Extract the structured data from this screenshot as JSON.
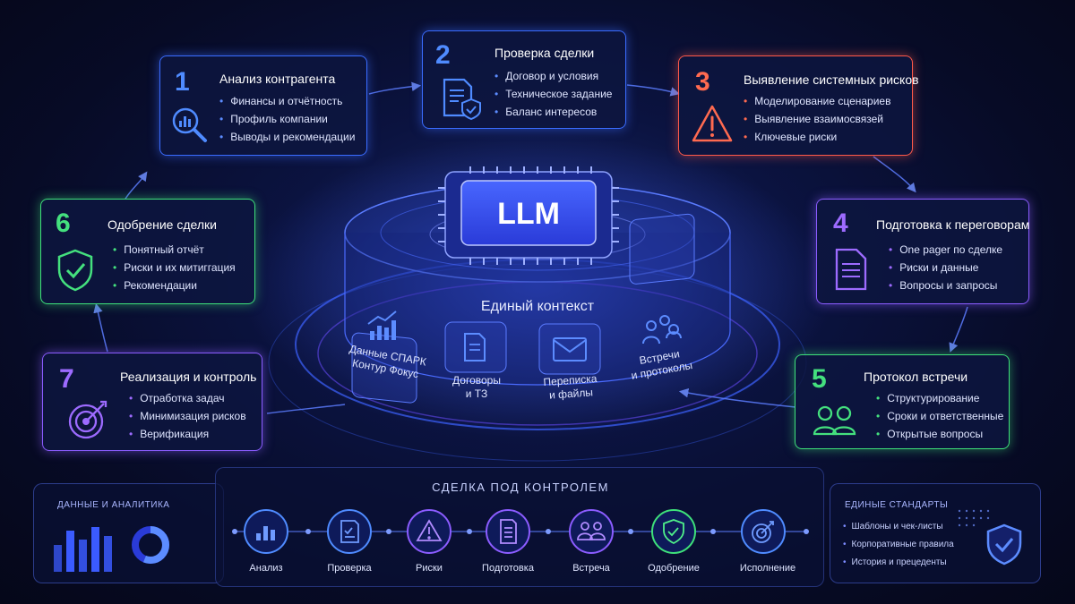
{
  "llm_label": "LLM",
  "context": {
    "title": "Единый контекст",
    "sources": [
      {
        "line1": "Данные СПАРК",
        "line2": "Контур Фокус"
      },
      {
        "line1": "Договоры",
        "line2": "и ТЗ"
      },
      {
        "line1": "Переписка",
        "line2": "и файлы"
      },
      {
        "line1": "Встречи",
        "line2": "и протоколы"
      }
    ]
  },
  "stages": [
    {
      "num": "1",
      "title": "Анализ контрагента",
      "items": [
        "Финансы и отчётность",
        "Профиль компании",
        "Выводы и рекомендации"
      ],
      "icon": "magnifier-chart-icon",
      "color": "#4f8bff"
    },
    {
      "num": "2",
      "title": "Проверка сделки",
      "items": [
        "Договор и условия",
        "Техническое задание",
        "Баланс интересов"
      ],
      "icon": "document-shield-icon",
      "color": "#4f8bff"
    },
    {
      "num": "3",
      "title": "Выявление системных рисков",
      "items": [
        "Моделирование сценариев",
        "Выявление взаимосвязей",
        "Ключевые риски"
      ],
      "icon": "warning-icon",
      "color": "#ff6a50"
    },
    {
      "num": "4",
      "title": "Подготовка к переговорам",
      "items": [
        "One pager по сделке",
        "Риски и данные",
        "Вопросы и запросы"
      ],
      "icon": "document-icon",
      "color": "#9d6bff"
    },
    {
      "num": "5",
      "title": "Протокол встречи",
      "items": [
        "Структурирование",
        "Сроки и ответственные",
        "Открытые вопросы"
      ],
      "icon": "people-icon",
      "color": "#44e07e"
    },
    {
      "num": "6",
      "title": "Одобрение сделки",
      "items": [
        "Понятный отчёт",
        "Риски и их митиггация",
        "Рекомендации"
      ],
      "icon": "shield-check-icon",
      "color": "#44e07e"
    },
    {
      "num": "7",
      "title": "Реализация и контроль",
      "items": [
        "Отработка задач",
        "Минимизация рисков",
        "Верификация"
      ],
      "icon": "target-icon",
      "color": "#9d6bff"
    }
  ],
  "bottom": {
    "analytics_caption": "ДАННЫЕ И АНАЛИТИКА",
    "pipeline_caption": "СДЕЛКА ПОД КОНТРОЛЕМ",
    "steps": [
      {
        "label": "Анализ",
        "icon": "bar-chart-icon",
        "color": "#4f8bff"
      },
      {
        "label": "Проверка",
        "icon": "checklist-icon",
        "color": "#4f8bff"
      },
      {
        "label": "Риски",
        "icon": "warning-icon",
        "color": "#8b5cff"
      },
      {
        "label": "Подготовка",
        "icon": "document-icon",
        "color": "#8b5cff"
      },
      {
        "label": "Встреча",
        "icon": "people-icon",
        "color": "#8b5cff"
      },
      {
        "label": "Одобрение",
        "icon": "shield-check-icon",
        "color": "#3ee07a"
      },
      {
        "label": "Исполнение",
        "icon": "target-icon",
        "color": "#4f8bff"
      }
    ],
    "standards_caption": "ЕДИНЫЕ СТАНДАРТЫ",
    "standards_items": [
      "Шаблоны и чек-листы",
      "Корпоративные правила",
      "История и прецеденты"
    ]
  }
}
